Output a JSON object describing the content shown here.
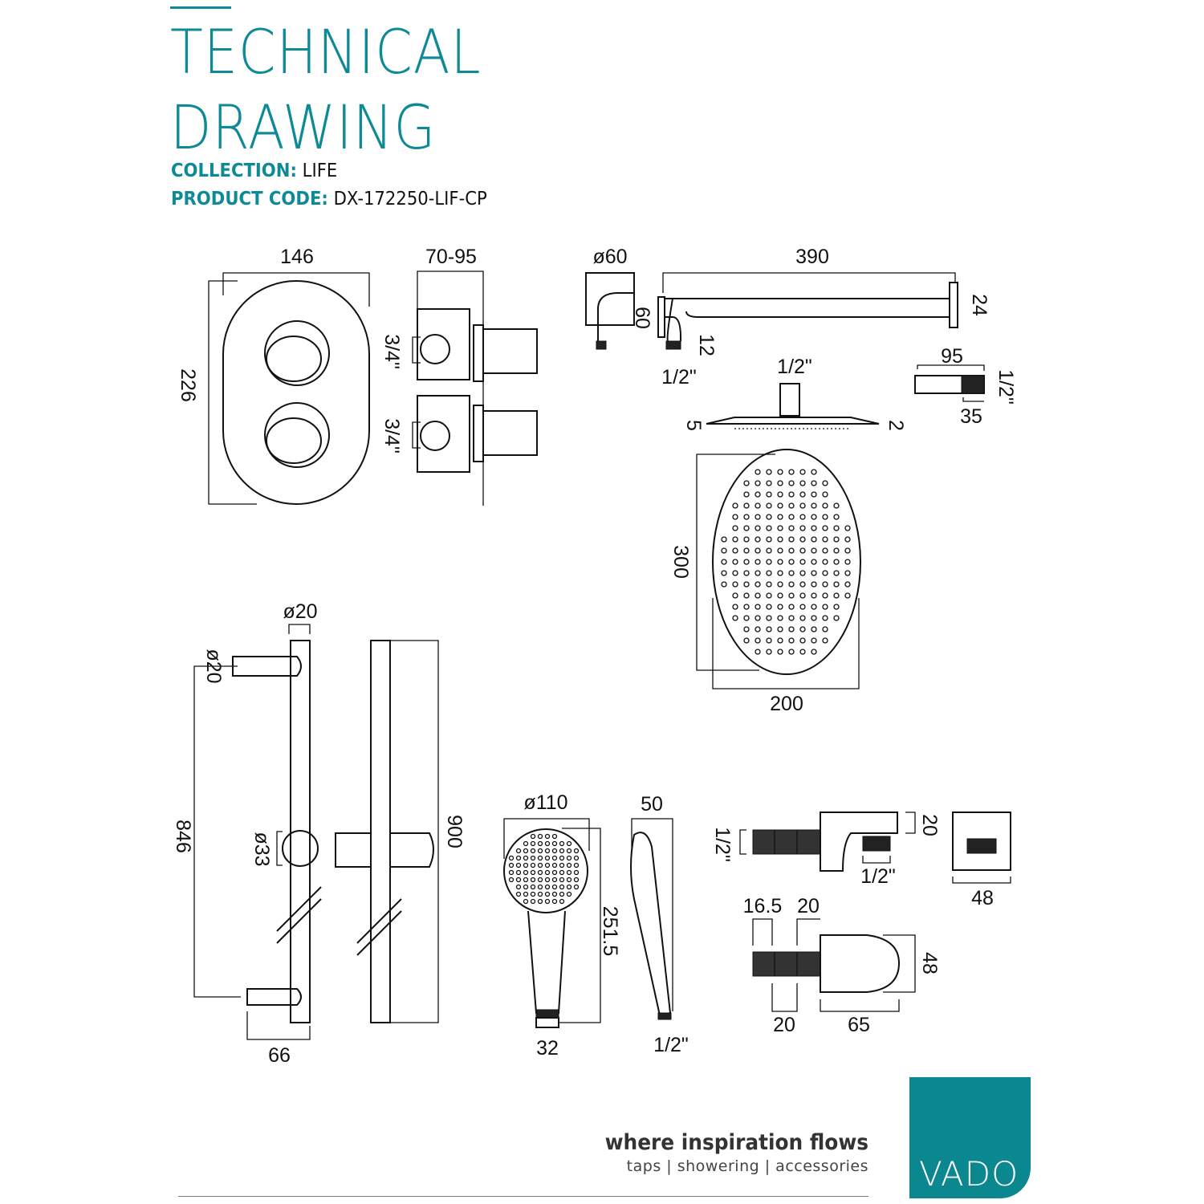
{
  "header": {
    "title_line1": "TECHNICAL",
    "title_line2": "DRAWING",
    "collection_label": "COLLECTION:",
    "collection_value": "LIFE",
    "product_code_label": "PRODUCT CODE:",
    "product_code_value": "DX-172250-LIF-CP"
  },
  "dimensions": {
    "valve_width": "146",
    "valve_height": "226",
    "valve_depth": "70-95",
    "valve_inlet_top": "3/4\"",
    "valve_inlet_bottom": "3/4\"",
    "wall_flange_dia": "ø60",
    "arm_length": "390",
    "arm_drop": "60",
    "arm_flange": "24",
    "arm_thread_len": "12",
    "arm_thread": "1/2\"",
    "head_thread": "1/2\"",
    "head_edge_left": "5",
    "head_edge_right": "2",
    "outlet_length": "95",
    "outlet_thread": "1/2\"",
    "outlet_body": "35",
    "head_height": "300",
    "head_width": "200",
    "rail_bar_dia": "ø20",
    "rail_bracket_dia": "ø20",
    "rail_centres": "846",
    "rail_slider_dia": "ø33",
    "rail_length": "900",
    "rail_projection": "66",
    "handset_dia": "ø110",
    "handset_depth": "50",
    "handset_length": "251.5",
    "handset_base": "32",
    "handset_thread": "1/2\"",
    "elbow_thread": "1/2\"",
    "elbow_height": "20",
    "elbow_outlet_thread": "1/2\"",
    "elbow_width": "48",
    "holder_a": "16.5",
    "holder_b": "20",
    "holder_height": "48",
    "holder_c": "20",
    "holder_depth": "65"
  },
  "footer": {
    "tagline": "where inspiration flows",
    "subline": "taps | showering | accessories",
    "brand": "VADO"
  },
  "colors": {
    "accent": "#0e8a96",
    "logo": "#0b8790"
  }
}
